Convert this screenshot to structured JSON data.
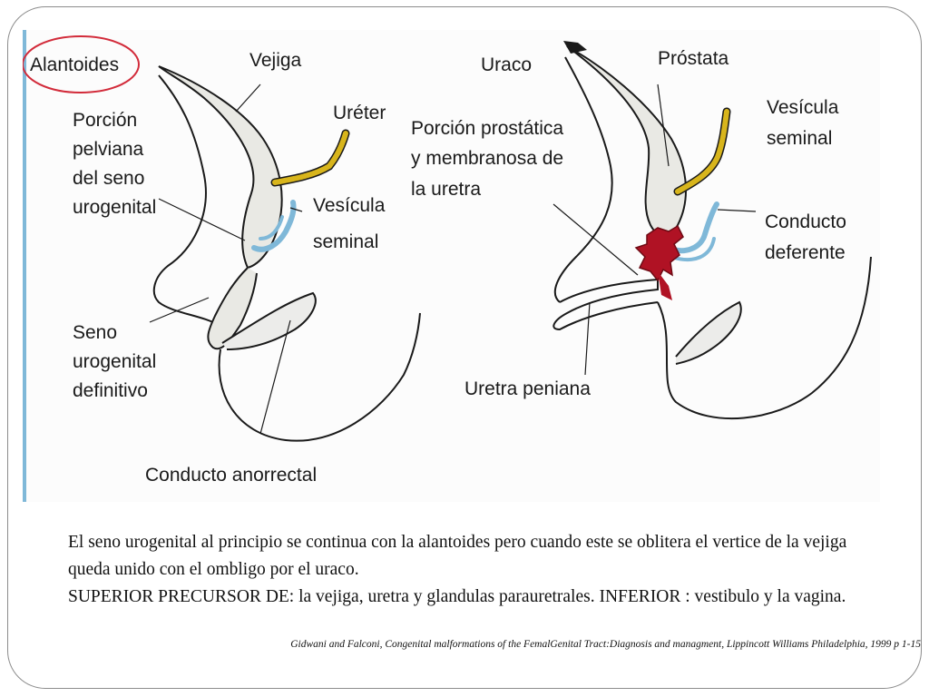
{
  "colors": {
    "frame_border": "#8c8c8c",
    "highlight_ring": "#d22b3a",
    "ureter": "#d8b51c",
    "seminal_vesicle": "#7fb8d8",
    "prostate": "#b01224",
    "outline": "#1a1a1a",
    "organ_fill": "#e9e9e4"
  },
  "diagram": {
    "left": {
      "labels": {
        "alantoides": "Alantoides",
        "vejiga": "Vejiga",
        "ureter": "Uréter",
        "porcion_pelviana": [
          "Porción",
          "pelviana",
          "del seno",
          "urogenital"
        ],
        "vesicula_seminal": [
          "Vesícula",
          "seminal"
        ],
        "seno_definitivo": [
          "Seno",
          "urogenital",
          "definitivo"
        ],
        "conducto_anorrectal": "Conducto anorrectal"
      }
    },
    "right": {
      "labels": {
        "uraco": "Uraco",
        "prostata": "Próstata",
        "porcion_prostatica": [
          "Porción prostática",
          "y membranosa de",
          "la uretra"
        ],
        "vesicula_seminal": [
          "Vesícula",
          "seminal"
        ],
        "conducto_deferente": [
          "Conducto",
          "deferente"
        ],
        "uretra_peniana": "Uretra peniana"
      }
    }
  },
  "caption": {
    "line1": "El seno urogenital al principio se continua con la alantoides pero cuando este se oblitera  el vertice de la vejiga queda unido con el ombligo por  el uraco.",
    "line2": "SUPERIOR PRECURSOR DE: la vejiga, uretra y glandulas parauretrales. INFERIOR :  vestibulo y la vagina."
  },
  "reference": "Gidwani and Falconi, Congenital malformations of the FemalGenital Tract:Diagnosis and managment, Lippincott Williams Philadelphia, 1999 p 1-15"
}
